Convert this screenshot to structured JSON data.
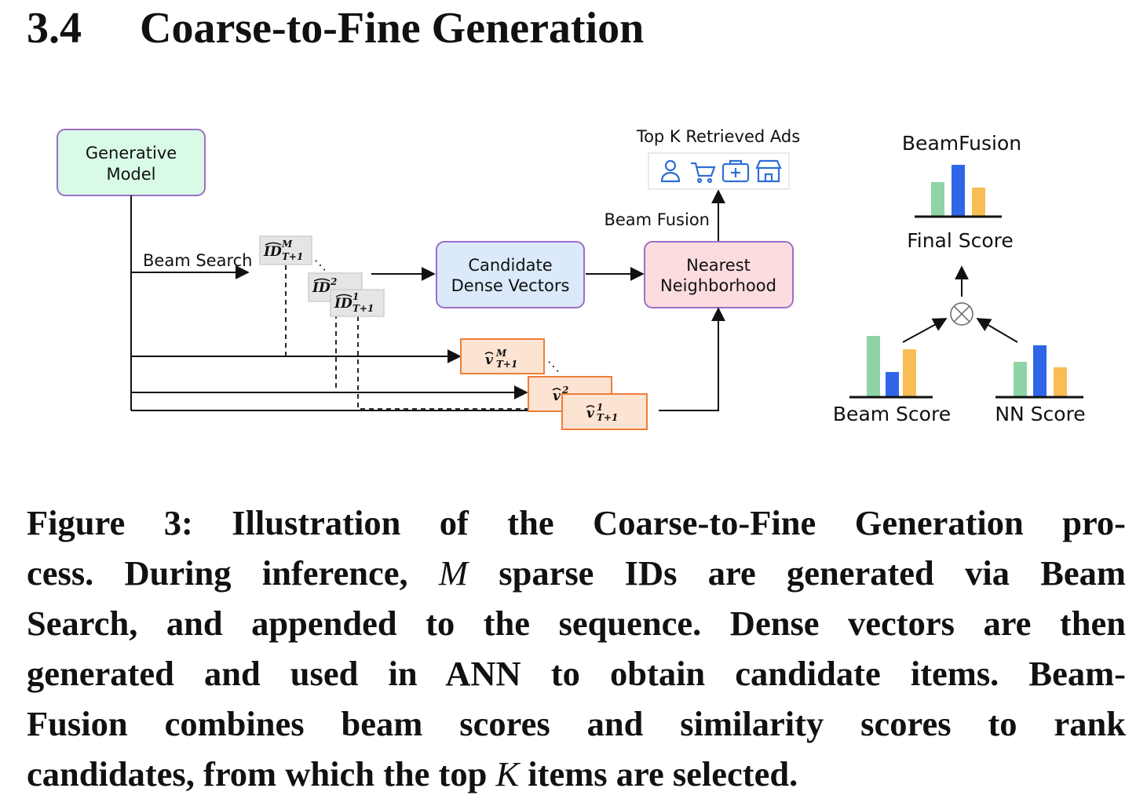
{
  "section": {
    "number": "3.4",
    "title": "Coarse-to-Fine Generation"
  },
  "figure": {
    "generative_model": [
      "Generative",
      "Model"
    ],
    "beam_search": "Beam Search",
    "candidate_box": [
      "Candidate",
      "Dense Vectors"
    ],
    "nearest_box": [
      "Nearest",
      "Neighborhood"
    ],
    "beam_fusion_label": "Beam Fusion",
    "top_k_label": "Top K Retrieved Ads",
    "id_tokens": [
      "ID",
      "ID",
      "ID"
    ],
    "id_sup": [
      "M",
      "2",
      "1"
    ],
    "id_sub": [
      "T+1",
      "",
      "T+1"
    ],
    "v_tokens": [
      "v",
      "v",
      "v"
    ],
    "v_sup": [
      "M",
      "2",
      "1"
    ],
    "v_sub": [
      "T+1",
      "",
      "T+1"
    ],
    "ellipsis": "⋱",
    "beamfusion_title": "BeamFusion",
    "final_score": "Final Score",
    "beam_score": "Beam Score",
    "nn_score": "NN Score",
    "otimes": "⊗",
    "icons": [
      "user-icon",
      "cart-icon",
      "medkit-icon",
      "store-icon"
    ],
    "colors": {
      "green_box": "#d9fbe6",
      "blue_box": "#dbe9fb",
      "red_box": "#fcdcde",
      "box_border": "#9b6fc7",
      "orange_fill": "#fde4d2",
      "orange_border": "#ef7d3b",
      "gray_fill": "#e5e5e5",
      "bar_green": "#8fd4a6",
      "bar_blue": "#2f66e8",
      "bar_orange": "#f8bd55"
    }
  },
  "caption": {
    "lines": [
      [
        "Figure 3: Illustration of the Coarse-to-Fine Generation pro-"
      ],
      [
        "cess. During inference, ",
        "M",
        " sparse IDs are generated via Beam"
      ],
      [
        "Search, and appended to the sequence. Dense vectors are then"
      ],
      [
        "generated and used in ANN to obtain candidate items. Beam-"
      ],
      [
        "Fusion combines beam scores and similarity scores to rank"
      ],
      [
        "candidates, from which the top ",
        "K",
        " items are selected."
      ]
    ]
  }
}
